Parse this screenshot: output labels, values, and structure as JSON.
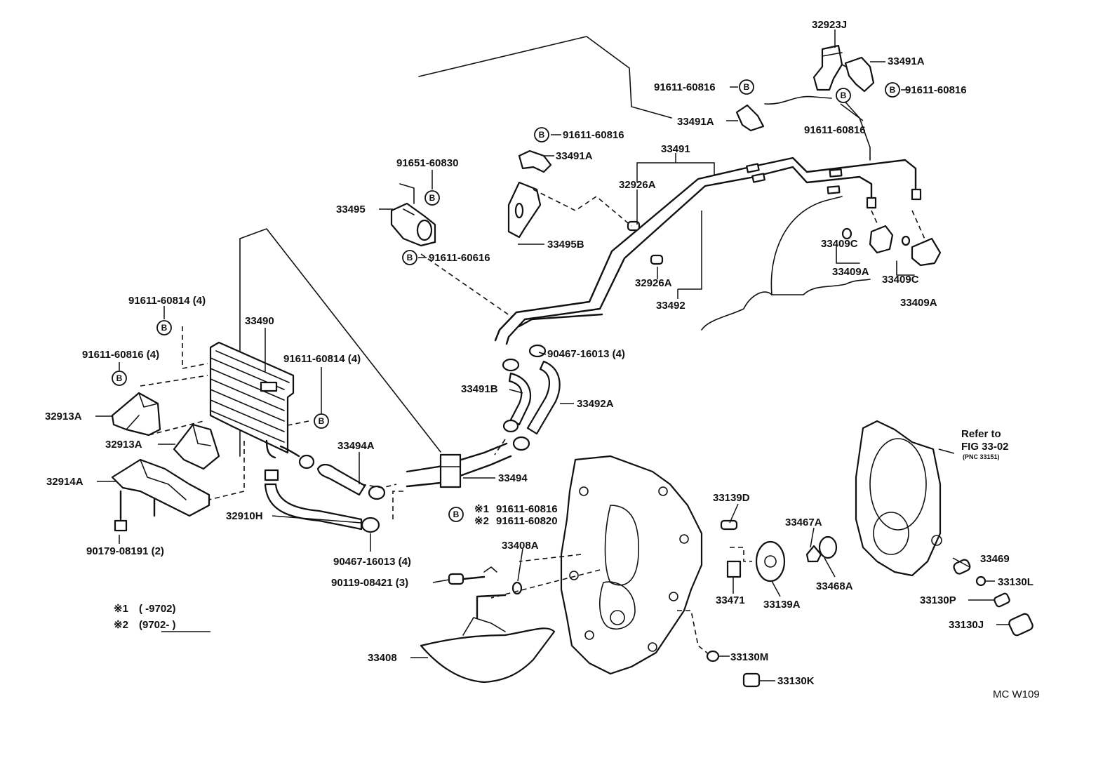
{
  "diagram_code": "MC W109",
  "bolt_marker": "B",
  "legend": {
    "note1_mark": "※1",
    "note1_text": "(        -9702)",
    "note2_mark": "※2",
    "note2_text": "(9702-          )"
  },
  "refer_note": {
    "line1": "Refer to",
    "line2": "FIG 33-02",
    "line3": "(PNC 33151)"
  },
  "labels": {
    "p32923J": "32923J",
    "p33491A_1": "33491A",
    "p91611_60816_1": "91611-60816",
    "p91611_60816_2": "91611-60816",
    "p33491A_2": "33491A",
    "p91611_60816_3": "91611-60816",
    "p91611_60816_4": "91611-60816",
    "p33491A_3": "33491A",
    "p33491": "33491",
    "p91651_60830": "91651-60830",
    "p32926A_1": "32926A",
    "p33495": "33495",
    "p33495B": "33495B",
    "p91611_60616": "91611-60616",
    "p33409C_1": "33409C",
    "p33409A_1": "33409A",
    "p33409C_2": "33409C",
    "p32926A_2": "32926A",
    "p33409A_2": "33409A",
    "p33492": "33492",
    "p91611_60814_4a": "91611-60814 (4)",
    "p33490": "33490",
    "p90467_16013_4a": "90467-16013 (4)",
    "p91611_60816_4b": "91611-60816 (4)",
    "p91611_60814_4b": "91611-60814 (4)",
    "p33491B": "33491B",
    "p32913A_1": "32913A",
    "p33492A": "33492A",
    "p32913A_2": "32913A",
    "p33494A": "33494A",
    "p32914A": "32914A",
    "p33494": "33494",
    "p33139D": "33139D",
    "p91611_60816_n1": "91611-60816",
    "p91611_60820_n2": "91611-60820",
    "p32910H": "32910H",
    "p33467A": "33467A",
    "p90179_08191": "90179-08191 (2)",
    "p33469": "33469",
    "p90467_16013_4b": "90467-16013 (4)",
    "p33408A": "33408A",
    "p33130L": "33130L",
    "p90119_08421": "90119-08421 (3)",
    "p33468A": "33468A",
    "p33471": "33471",
    "p33139A": "33139A",
    "p33130P": "33130P",
    "p33130J": "33130J",
    "p33408": "33408",
    "p33130M": "33130M",
    "p33130K": "33130K"
  }
}
